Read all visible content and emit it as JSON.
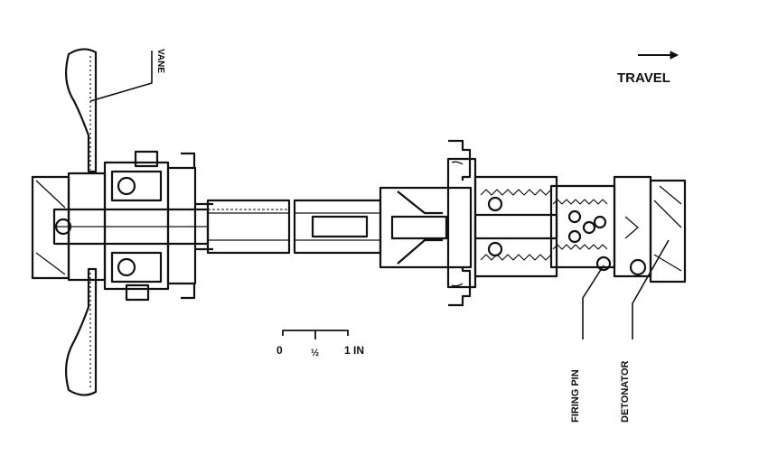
{
  "labels": {
    "vane": "VANE",
    "travel": "TRAVEL",
    "firing_pin": "FIRING PIN",
    "detonator": "DETONATOR"
  },
  "scale": {
    "tick_start": "0",
    "tick_mid": "½",
    "tick_end": "1 IN"
  },
  "colors": {
    "ink": "#111111",
    "paper": "#ffffff"
  }
}
